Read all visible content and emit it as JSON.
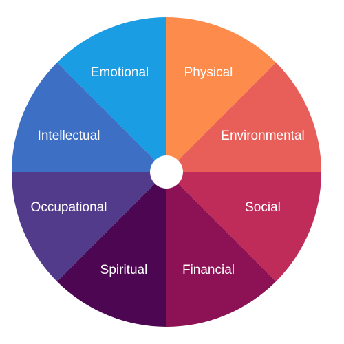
{
  "wheel": {
    "segments": [
      {
        "label": "Emotional",
        "color": "#1B9DE4"
      },
      {
        "label": "Physical",
        "color": "#FD8C4C"
      },
      {
        "label": "Environmental",
        "color": "#E85E58"
      },
      {
        "label": "Social",
        "color": "#BF2C5A"
      },
      {
        "label": "Financial",
        "color": "#8C1155"
      },
      {
        "label": "Spiritual",
        "color": "#4D0652"
      },
      {
        "label": "Occupational",
        "color": "#523B8A"
      },
      {
        "label": "Intellectual",
        "color": "#3D6FC4"
      }
    ],
    "center_color": "#ffffff"
  }
}
